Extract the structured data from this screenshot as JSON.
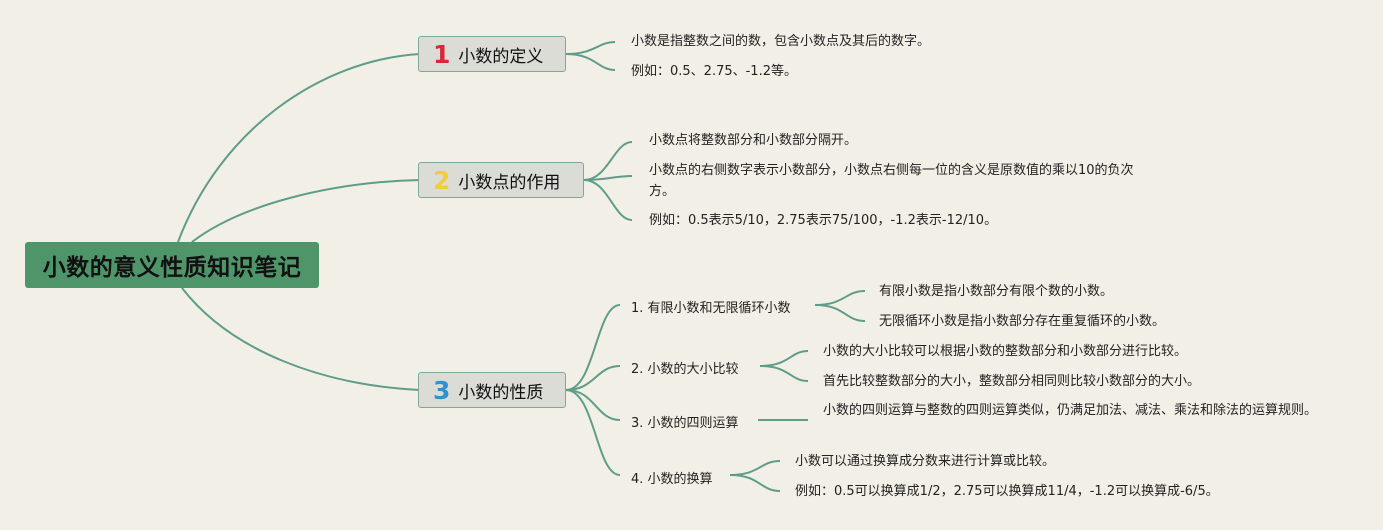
{
  "root": {
    "title": "小数的意义性质知识笔记"
  },
  "branches": [
    {
      "number": "1",
      "number_color": "#d8283a",
      "title": "小数的定义",
      "items": [
        "小数是指整数之间的数，包含小数点及其后的数字。",
        "例如：0.5、2.75、-1.2等。"
      ]
    },
    {
      "number": "2",
      "number_color": "#f2cd3a",
      "title": "小数点的作用",
      "items": [
        "小数点将整数部分和小数部分隔开。",
        "小数点的右侧数字表示小数部分，小数点右侧每一位的含义是原数值的乘以10的负次方。",
        "例如：0.5表示5/10，2.75表示75/100，-1.2表示-12/10。"
      ]
    },
    {
      "number": "3",
      "number_color": "#2f93d2",
      "title": "小数的性质",
      "subtopics": [
        {
          "title": "1. 有限小数和无限循环小数",
          "items": [
            "有限小数是指小数部分有限个数的小数。",
            "无限循环小数是指小数部分存在重复循环的小数。"
          ]
        },
        {
          "title": "2. 小数的大小比较",
          "items": [
            "小数的大小比较可以根据小数的整数部分和小数部分进行比较。",
            "首先比较整数部分的大小，整数部分相同则比较小数部分的大小。"
          ]
        },
        {
          "title": "3. 小数的四则运算",
          "items": [
            "小数的四则运算与整数的四则运算类似，仍满足加法、减法、乘法和除法的运算规则。"
          ]
        },
        {
          "title": "4. 小数的换算",
          "items": [
            "小数可以通过换算成分数来进行计算或比较。",
            "例如：0.5可以换算成1/2，2.75可以换算成11/4，-1.2可以换算成-6/5。"
          ]
        }
      ]
    }
  ],
  "colors": {
    "line": "#5f9c8a",
    "root_fill": "#4f956a",
    "branch_fill": "#dcdcd6",
    "background": "#f2f0e6"
  }
}
